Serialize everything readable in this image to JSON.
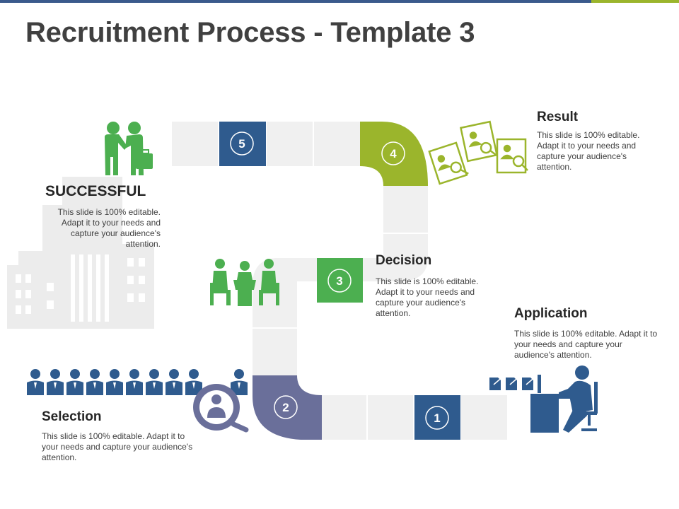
{
  "title": "Recruitment Process - Template 3",
  "colors": {
    "navy": "#2f5b8e",
    "green": "#4caf50",
    "lime": "#9bb52c",
    "purple": "#6a6f9a",
    "track": "#f0f0f0",
    "building": "#ececec"
  },
  "steps": [
    {
      "number": "1",
      "heading": "Application",
      "body": "This slide is 100% editable. Adapt it to your needs and capture your audience's attention.",
      "icon": "desk-worker-icon"
    },
    {
      "number": "2",
      "heading": "Selection",
      "body": "This slide is 100% editable. Adapt it to your needs and capture your audience's attention.",
      "icon": "candidate-search-icon"
    },
    {
      "number": "3",
      "heading": "Decision",
      "body": "This slide is 100% editable. Adapt it to your needs and capture your audience's attention.",
      "icon": "meeting-table-icon"
    },
    {
      "number": "4",
      "heading": "Result",
      "body": "This slide is 100% editable. Adapt it to your needs and capture your audience's attention.",
      "icon": "resume-review-icon"
    },
    {
      "number": "5",
      "heading": "SUCCESSFUL",
      "body": "This slide is 100% editable. Adapt it to your needs and capture your audience's attention.",
      "icon": "handshake-icon"
    }
  ]
}
